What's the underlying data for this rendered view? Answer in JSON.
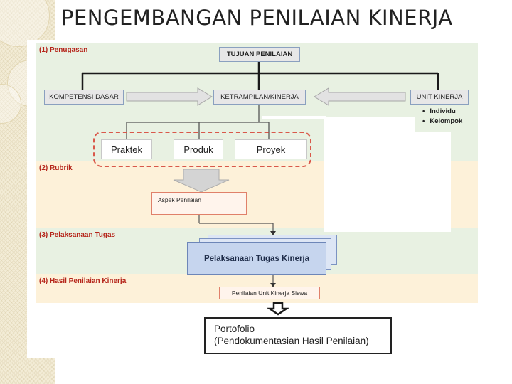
{
  "slide": {
    "title": "PENGEMBANGAN PENILAIAN KINERJA"
  },
  "sections": {
    "penugasan": "(1) Penugasan",
    "rubrik": "(2) Rubrik",
    "pelaksanaan": "(3) Pelaksanaan Tugas",
    "hasil": "(4) Hasil Penilaian Kinerja"
  },
  "nodes": {
    "tujuan": "TUJUAN PENILAIAN",
    "kompetensi": "KOMPETENSI DASAR",
    "ketrampilan": "KETRAMPILAN/KINERJA",
    "unit": "UNIT KINERJA",
    "unit_items": [
      "Individu",
      "Kelompok"
    ],
    "praktek": "Praktek",
    "produk": "Produk",
    "proyek": "Proyek",
    "aspek": "Aspek Penilaian",
    "pelaksanaan_tugas": "Pelaksanaan Tugas Kinerja",
    "penilaian_unit": "Penilaian Unit Kinerja Siswa",
    "portofolio_line1": "Portofolio",
    "portofolio_line2": "(Pendokumentasian Hasil Penilaian)"
  },
  "colors": {
    "band_green": "#e8f1e2",
    "band_yellow": "#fdf1d9",
    "section_label": "#b5251a",
    "dashed_border": "#d9584a",
    "task_sheet": "#c6d5ee"
  }
}
